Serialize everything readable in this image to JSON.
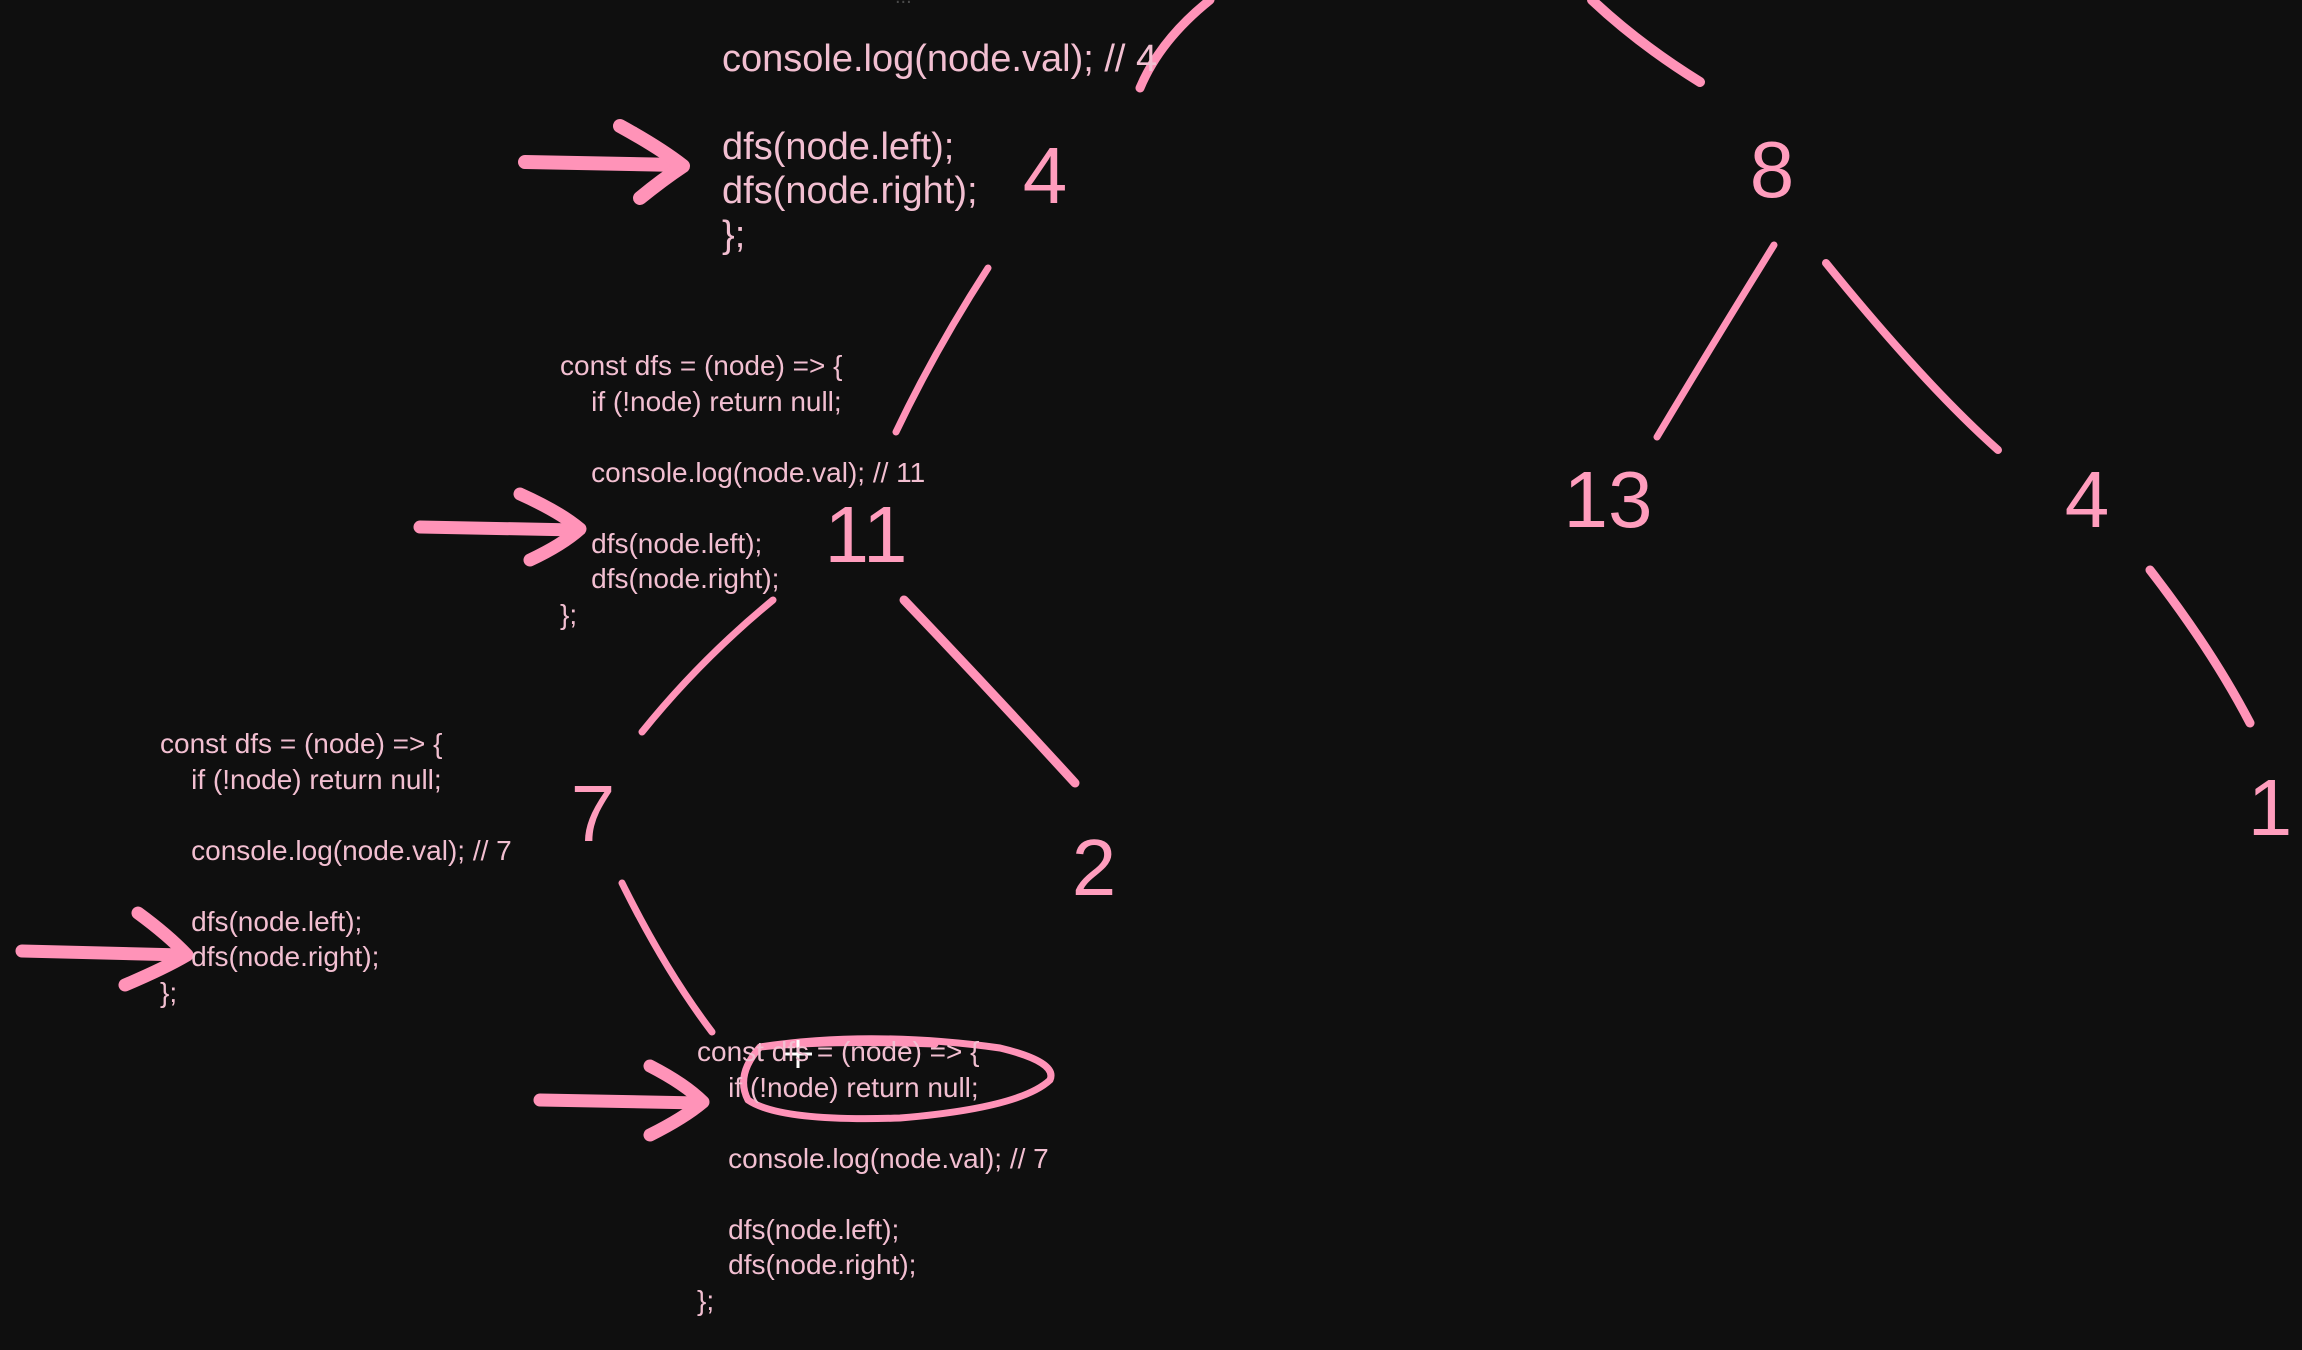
{
  "colors": {
    "background": "#0f0f0f",
    "ink": "#ff93b8",
    "code_text": "#f2bfd1",
    "node_text": "#ff9dbd"
  },
  "top_faint_text": "...",
  "code_blocks": [
    {
      "id": "block-4",
      "size": "large",
      "lines": [
        "console.log(node.val); // 4",
        "",
        "dfs(node.left);",
        "dfs(node.right);",
        "};"
      ]
    },
    {
      "id": "block-11",
      "size": "small",
      "lines": [
        "const dfs = (node) => {",
        "    if (!node) return null;",
        "",
        "    console.log(node.val); // 11",
        "",
        "    dfs(node.left);",
        "    dfs(node.right);",
        "};"
      ]
    },
    {
      "id": "block-7",
      "size": "small",
      "lines": [
        "const dfs = (node) => {",
        "    if (!node) return null;",
        "",
        "    console.log(node.val); // 7",
        "",
        "    dfs(node.left);",
        "    dfs(node.right);",
        "};"
      ]
    },
    {
      "id": "block-null",
      "size": "small",
      "lines": [
        "const dfs = (node) => {",
        "    if (!node) return null;",
        "",
        "    console.log(node.val); // 7",
        "",
        "    dfs(node.left);",
        "    dfs(node.right);",
        "};"
      ]
    }
  ],
  "tree_nodes": [
    {
      "id": "node-4-left",
      "label": "4"
    },
    {
      "id": "node-8",
      "label": "8"
    },
    {
      "id": "node-11",
      "label": "11"
    },
    {
      "id": "node-13",
      "label": "13"
    },
    {
      "id": "node-4-right",
      "label": "4"
    },
    {
      "id": "node-7",
      "label": "7"
    },
    {
      "id": "node-2",
      "label": "2"
    },
    {
      "id": "node-1",
      "label": "1"
    }
  ],
  "annotations": {
    "arrows": [
      "arrow-to-block-4",
      "arrow-to-block-11",
      "arrow-to-block-7",
      "arrow-to-block-null"
    ],
    "highlight": "if (!node) return null;"
  }
}
